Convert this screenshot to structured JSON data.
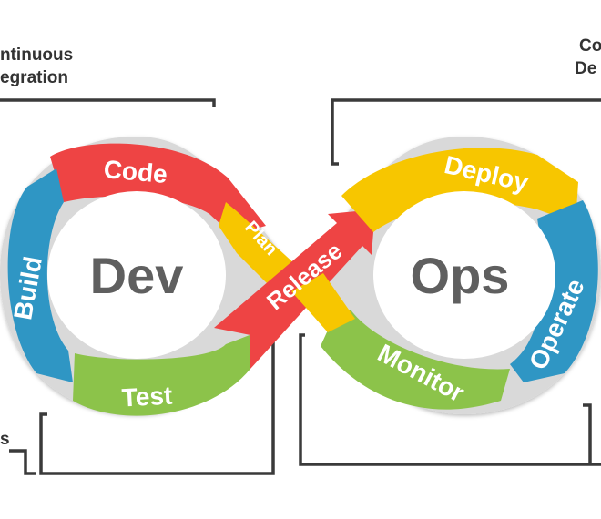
{
  "colors": {
    "code": "#ee4444",
    "build": "#2f96c4",
    "test": "#8cc34a",
    "plan": "#f7c600",
    "release": "#ee4444",
    "deploy": "#f7c600",
    "operate": "#2f96c4",
    "monitor": "#8cc34a",
    "center_text": "#5f5f5f",
    "bracket": "#3a3a3a"
  },
  "center": {
    "left": "Dev",
    "right": "Ops"
  },
  "stages": {
    "code": "Code",
    "build": "Build",
    "test": "Test",
    "plan": "Plan",
    "release": "Release",
    "deploy": "Deploy",
    "operate": "Operate",
    "monitor": "Monitor"
  },
  "notes": {
    "ci_line1": "ntinuous",
    "ci_line2": "egration",
    "cd_line1": "Co",
    "cd_line2": "De",
    "left_fragment": "s"
  }
}
